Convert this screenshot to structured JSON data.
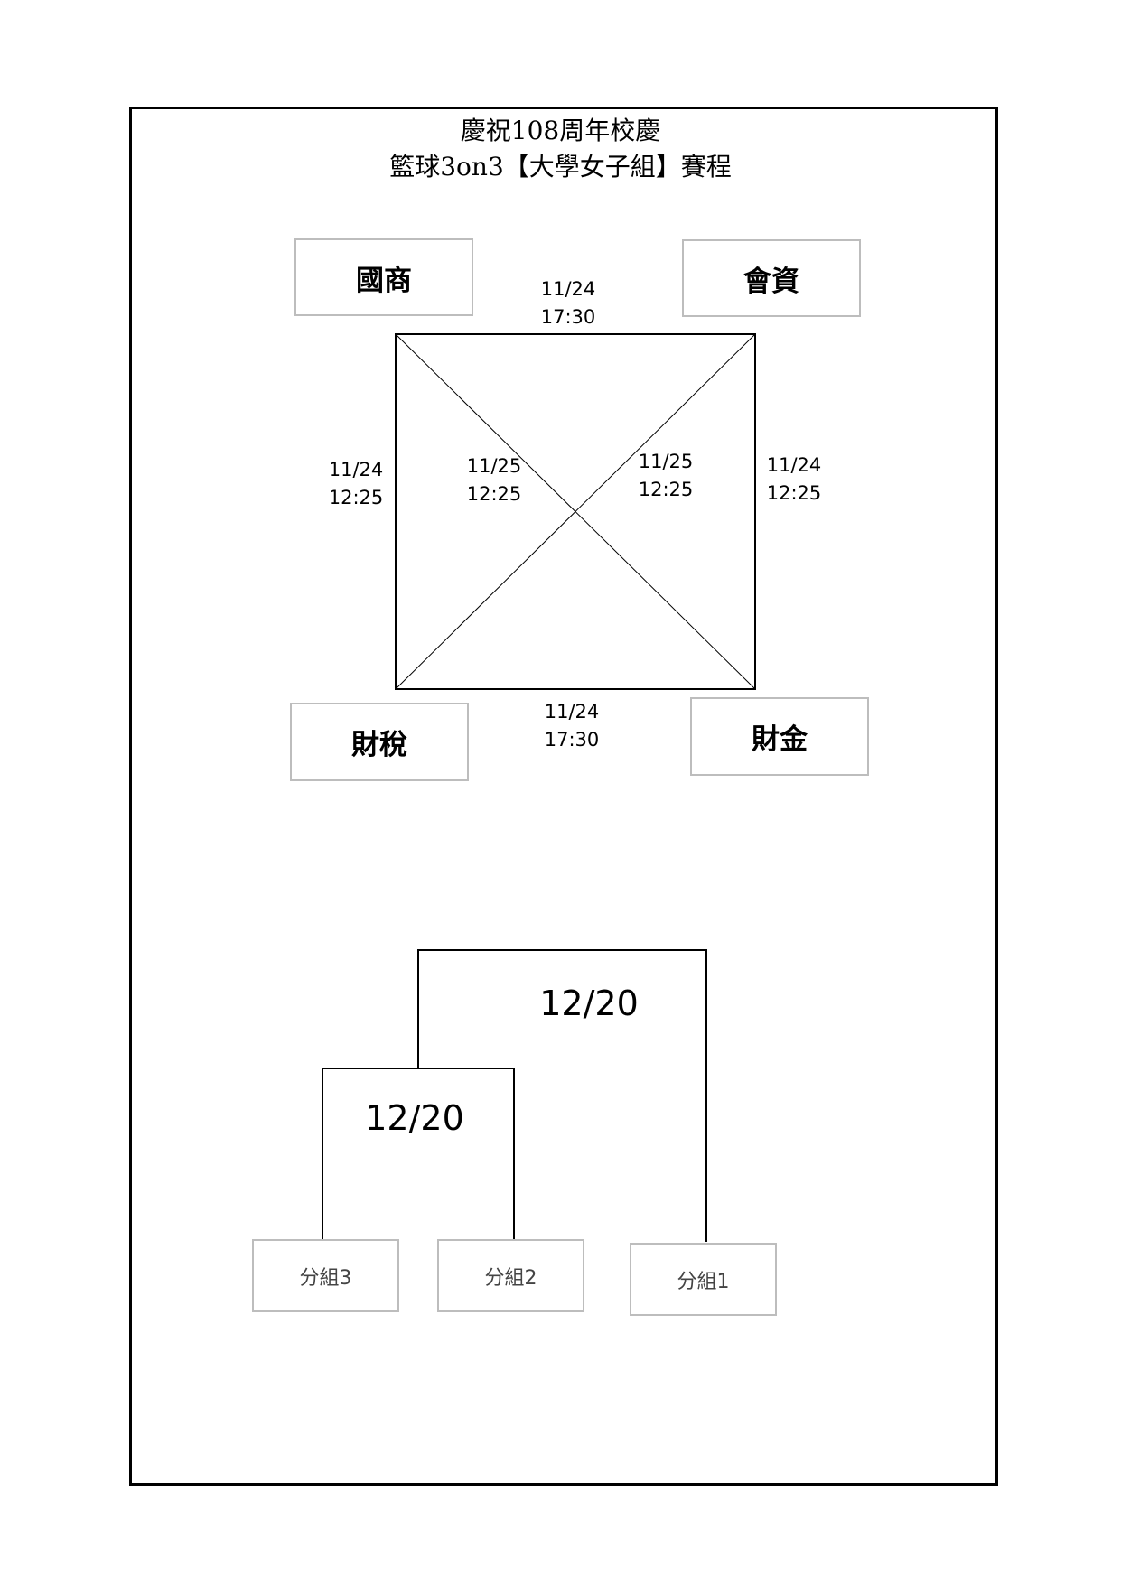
{
  "title": {
    "line1": "慶祝108周年校慶",
    "line2": "籃球3on3【大學女子組】賽程"
  },
  "teams": {
    "top_left": "國商",
    "top_right": "會資",
    "bottom_left": "財稅",
    "bottom_right": "財金"
  },
  "matches": {
    "top": {
      "date": "11/24",
      "time": "17:30"
    },
    "bottom": {
      "date": "11/24",
      "time": "17:30"
    },
    "left": {
      "date": "11/24",
      "time": "12:25"
    },
    "right": {
      "date": "11/24",
      "time": "12:25"
    },
    "diag_left": {
      "date": "11/25",
      "time": "12:25"
    },
    "diag_right": {
      "date": "11/25",
      "time": "12:25"
    }
  },
  "bracket": {
    "final_date": "12/20",
    "semi_date": "12/20",
    "groups": [
      "分組3",
      "分組2",
      "分組1"
    ]
  }
}
